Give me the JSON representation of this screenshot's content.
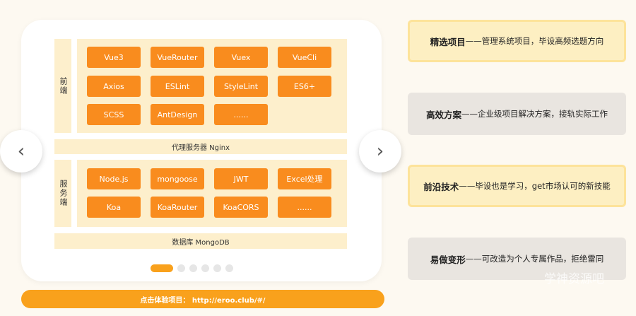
{
  "frontend": {
    "label": "前端",
    "chips": [
      "Vue3",
      "VueRouter",
      "Vuex",
      "VueCli",
      "Axios",
      "ESLint",
      "StyleLint",
      "ES6+",
      "SCSS",
      "AntDesign",
      "......"
    ]
  },
  "proxy": "代理服务器 Nginx",
  "backend": {
    "label": "服务端",
    "chips": [
      "Node.js",
      "mongoose",
      "JWT",
      "Excel处理",
      "Koa",
      "KoaRouter",
      "KoaCORS",
      "......"
    ]
  },
  "database": "数据库 MongoDB",
  "carousel": {
    "total": 6,
    "active": 0,
    "prev": "‹",
    "next": "›"
  },
  "cta": "点击体验项目： http://eroo.club/#/",
  "features": [
    {
      "title": "精选项目",
      "desc": "——管理系统项目，毕设高频选题方向",
      "style": "y"
    },
    {
      "title": "高效方案",
      "desc": "——企业级项目解决方案，接轨实际工作",
      "style": "g"
    },
    {
      "title": "前沿技术",
      "desc": "——毕设也是学习，get市场认可的新技能",
      "style": "y"
    },
    {
      "title": "易做变形",
      "desc": "——可改造为个人专属作品，拒绝雷同",
      "style": "g"
    }
  ],
  "watermark": "学神资源吧",
  "colors": {
    "accent": "#f98c1e",
    "cta": "#f9a11c",
    "pale": "#fdefcc"
  }
}
